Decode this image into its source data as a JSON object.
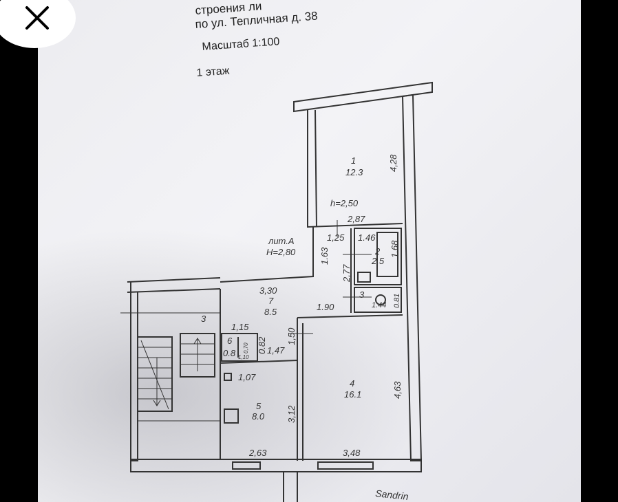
{
  "viewer": {
    "close_icon": "close-icon"
  },
  "document": {
    "header_line1": "строения ли",
    "header_line2": "по ул. Тепличная д. 38",
    "scale": "Масштаб 1:100",
    "floor": "1 этаж"
  },
  "plan": {
    "lit": "лит.А",
    "height_total": "H=2,80",
    "room1_num": "1",
    "room1_area": "12.3",
    "room1_height": "h=2,50",
    "room2_num": "2",
    "room2_area": "2.5",
    "room3_num": "3",
    "room3_area": "1.44",
    "room4_num": "4",
    "room4_area": "16.1",
    "room5_num": "5",
    "room5_area": "8.0",
    "room6_num": "6",
    "room6_area": "0.8",
    "room7_num": "7",
    "room7_area": "8.5",
    "stair_label": "3",
    "dims": {
      "d428": "4,28",
      "d287": "2,87",
      "d125": "1,25",
      "d146": "1.46",
      "d168": "1.68",
      "d163": "1.63",
      "d277": "2,77",
      "d081": "0.81",
      "d330": "3,30",
      "d190": "1.90",
      "d115": "1,15",
      "d082": "0.82",
      "d147": "1,47",
      "d150": "1,50",
      "d107": "1,07",
      "d312": "3,12",
      "d463": "4,63",
      "d263": "2,63",
      "d348": "3,48",
      "d070": "0,70",
      "d110": "1,10"
    },
    "signature": "Sandrin"
  }
}
